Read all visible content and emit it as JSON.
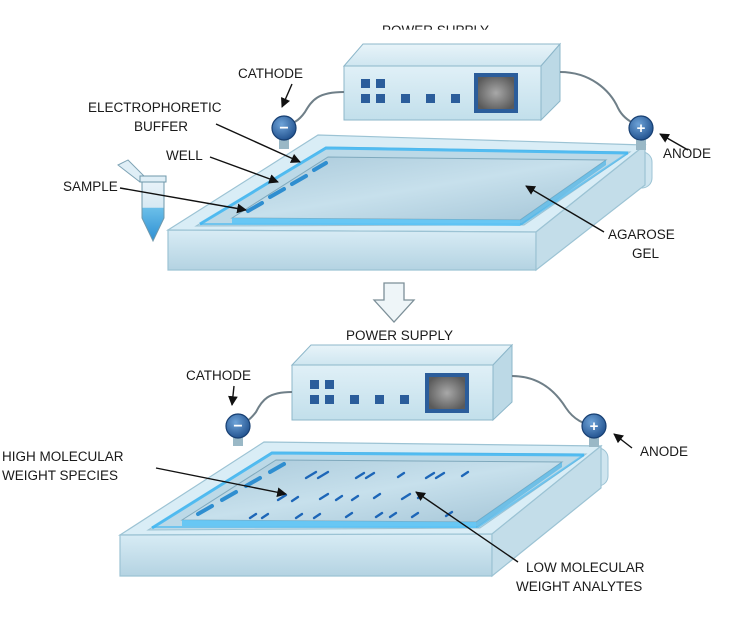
{
  "top_panel": {
    "power_supply_label": "POWER SUPPLY",
    "cathode": "CATHODE",
    "cathode_symbol": "−",
    "anode": "ANODE",
    "anode_symbol": "+",
    "buffer_line1": "ELECTROPHORETIC",
    "buffer_line2": "BUFFER",
    "well": "WELL",
    "sample": "SAMPLE",
    "gel_line1": "AGAROSE",
    "gel_line2": "GEL"
  },
  "bottom_panel": {
    "power_supply_label": "POWER SUPPLY",
    "cathode": "CATHODE",
    "cathode_symbol": "−",
    "anode": "ANODE",
    "anode_symbol": "+",
    "high_line1": "HIGH MOLECULAR",
    "high_line2": "WEIGHT SPECIES",
    "low_line1": "LOW MOLECULAR",
    "low_line2": "WEIGHT ANALYTES"
  },
  "colors": {
    "tray_fill": "#c9e3ef",
    "tray_edge": "#8fb9cc",
    "gel_fill": "#b6d3e1",
    "buffer_glow": "#3fb6f2",
    "electrode_fill": "#2f67a8",
    "band_color": "#1d66b8",
    "power_body": "#d7ecf4",
    "power_button": "#2b5d9b"
  }
}
